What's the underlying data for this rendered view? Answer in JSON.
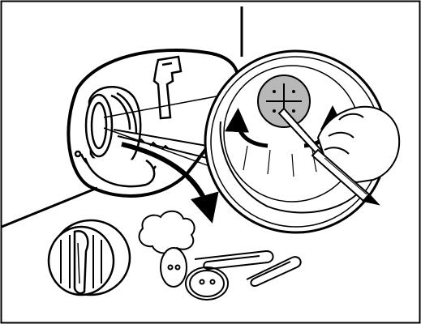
{
  "figure": {
    "kind": "line-art instruction illustration",
    "line_color": "#000000",
    "fill_gray": "#b8b8b8",
    "background": "#ffffff"
  },
  "parts": {
    "frame": "frame-border",
    "cabinet": "appliance-cabinet",
    "filter_housing": "filter-housing",
    "removed_filter": "removed-filter",
    "tool": "pry-tool-icon",
    "magnified_view": "magnified-view",
    "coins": "coin-icon",
    "paperclips": "paperclip-icon",
    "lint": "lint-icon",
    "hand": "hand-icon",
    "pen": "pen-icon"
  }
}
